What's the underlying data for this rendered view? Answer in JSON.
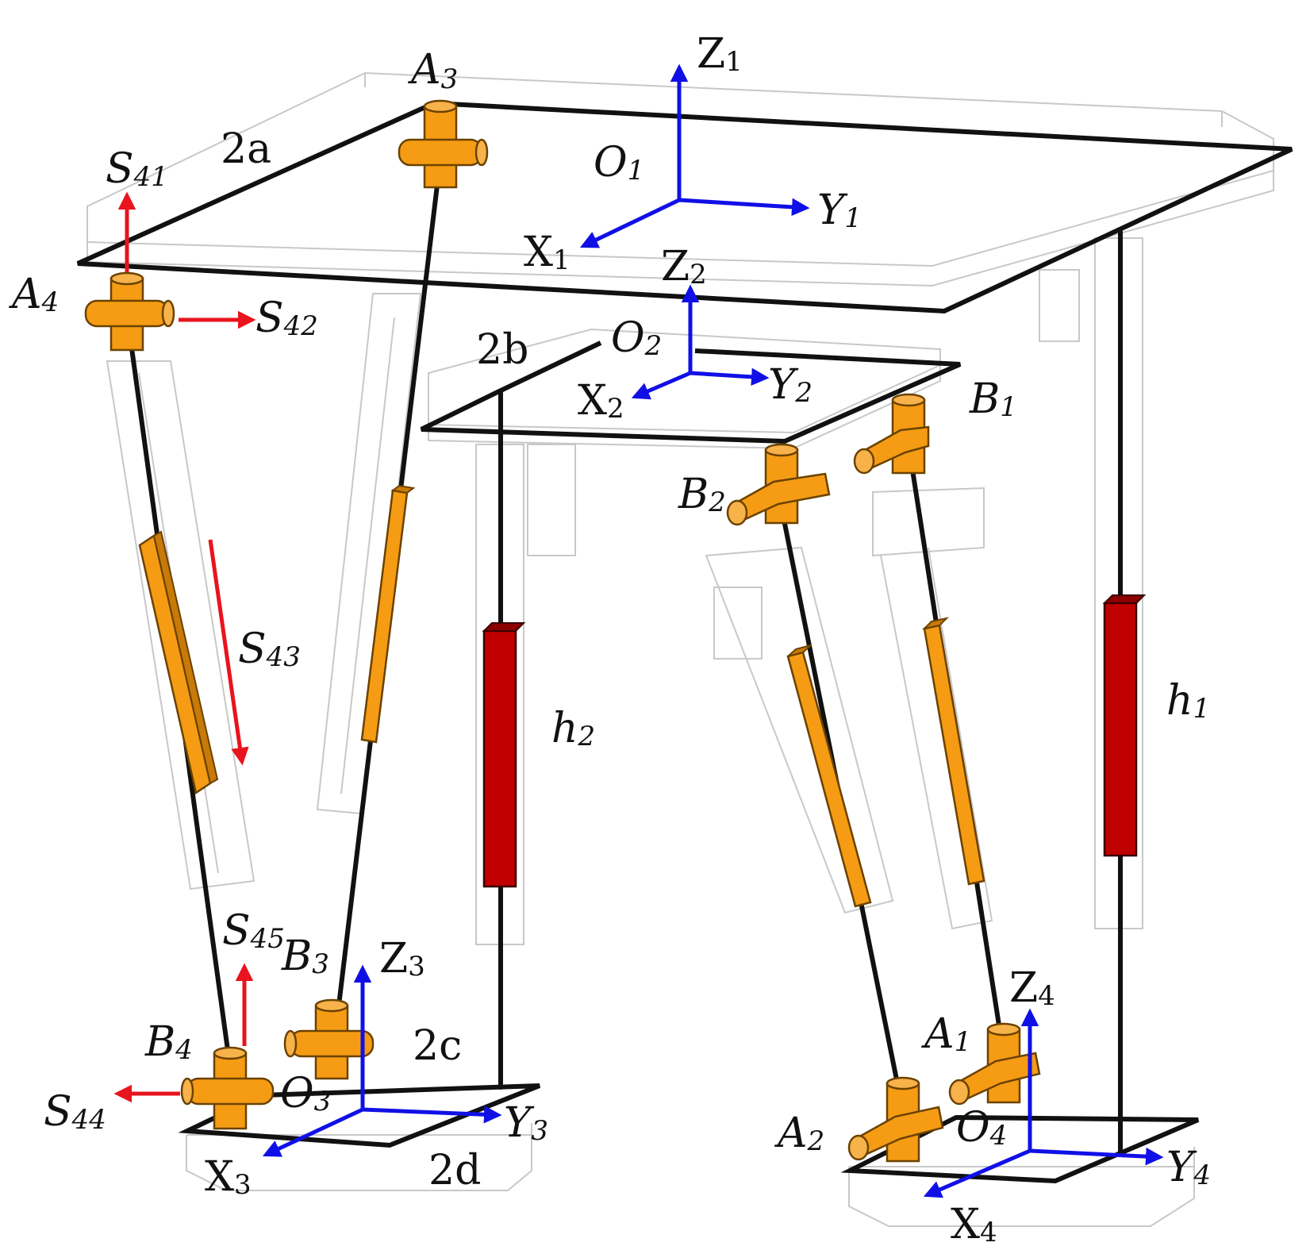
{
  "colors": {
    "joint": "#f59c14",
    "joint_stroke": "#6b4200",
    "actuator": "#f59c14",
    "passive_leg": "#c00000",
    "frame_axis": "#1010e6",
    "screw_axis": "#e8141e",
    "frame_line": "#111111",
    "ghost_line": "#c8c8c8"
  },
  "labels": {
    "A1": {
      "main": "A",
      "sub": "1"
    },
    "A2": {
      "main": "A",
      "sub": "2"
    },
    "A3": {
      "main": "A",
      "sub": "3"
    },
    "A4": {
      "main": "A",
      "sub": "4"
    },
    "B1": {
      "main": "B",
      "sub": "1"
    },
    "B2": {
      "main": "B",
      "sub": "2"
    },
    "B3": {
      "main": "B",
      "sub": "3"
    },
    "B4": {
      "main": "B",
      "sub": "4"
    },
    "O1": {
      "main": "O",
      "sub": "1"
    },
    "O2": {
      "main": "O",
      "sub": "2"
    },
    "O3": {
      "main": "O",
      "sub": "3"
    },
    "O4": {
      "main": "O",
      "sub": "4"
    },
    "X1": {
      "main": "X",
      "sub": "1"
    },
    "Y1": {
      "main": "Y",
      "sub": "1"
    },
    "Z1": {
      "main": "Z",
      "sub": "1"
    },
    "X2": {
      "main": "X",
      "sub": "2"
    },
    "Y2": {
      "main": "Y",
      "sub": "2"
    },
    "Z2": {
      "main": "Z",
      "sub": "2"
    },
    "X3": {
      "main": "X",
      "sub": "3"
    },
    "Y3": {
      "main": "Y",
      "sub": "3"
    },
    "Z3": {
      "main": "Z",
      "sub": "3"
    },
    "X4": {
      "main": "X",
      "sub": "4"
    },
    "Y4": {
      "main": "Y",
      "sub": "4"
    },
    "Z4": {
      "main": "Z",
      "sub": "4"
    },
    "S41": {
      "main": "S",
      "sub": "41"
    },
    "S42": {
      "main": "S",
      "sub": "42"
    },
    "S43": {
      "main": "S",
      "sub": "43"
    },
    "S44": {
      "main": "S",
      "sub": "44"
    },
    "S45": {
      "main": "S",
      "sub": "45"
    },
    "h1": {
      "main": "h",
      "sub": "1"
    },
    "h2": {
      "main": "h",
      "sub": "2"
    },
    "dim_2a": "2a",
    "dim_2b": "2b",
    "dim_2c": "2c",
    "dim_2d": "2d"
  }
}
